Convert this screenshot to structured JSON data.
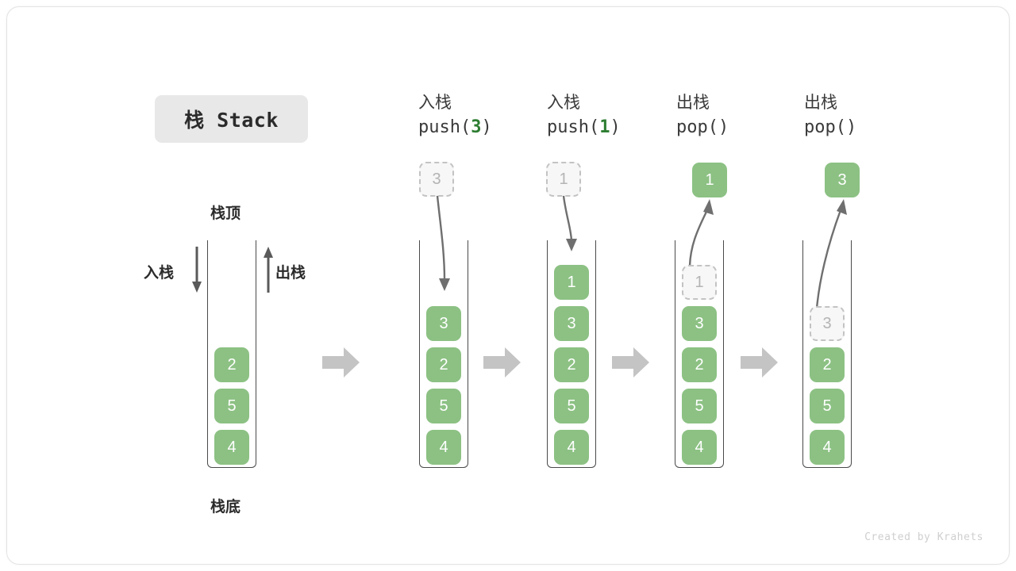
{
  "title": {
    "badge": "栈 Stack"
  },
  "labels": {
    "top": "栈顶",
    "bottom": "栈底",
    "push": "入栈",
    "pop": "出栈"
  },
  "footer": {
    "credit": "Created by Krahets"
  },
  "colors": {
    "element_green": "#8cc183",
    "arg_green": "#2e7d32",
    "ghost_fill": "#f7f7f7",
    "ghost_border": "#c3c3c3",
    "tube_border": "#4a4a4a",
    "badge_bg": "#e8e8e8",
    "transition_arrow": "#c4c4c4",
    "curve_arrow": "#6f6f6f"
  },
  "initial_stack": {
    "cells": [
      "4",
      "5",
      "2"
    ],
    "top_label": "栈顶",
    "bottom_label": "栈底"
  },
  "steps": [
    {
      "op_cn": "入栈",
      "op_code_prefix": "push(",
      "op_code_arg": "3",
      "op_code_suffix": ")",
      "direction": "push",
      "float_box": {
        "value": "3",
        "style": "ghost"
      },
      "cells": [
        "4",
        "5",
        "2",
        "3"
      ],
      "ghost_index": null
    },
    {
      "op_cn": "入栈",
      "op_code_prefix": "push(",
      "op_code_arg": "1",
      "op_code_suffix": ")",
      "direction": "push",
      "float_box": {
        "value": "1",
        "style": "ghost"
      },
      "cells": [
        "4",
        "5",
        "2",
        "3",
        "1"
      ],
      "ghost_index": null
    },
    {
      "op_cn": "出栈",
      "op_code_prefix": "pop(",
      "op_code_arg": "",
      "op_code_suffix": ")",
      "direction": "pop",
      "float_box": {
        "value": "1",
        "style": "solid"
      },
      "cells": [
        "4",
        "5",
        "2",
        "3",
        "1"
      ],
      "ghost_index": 4
    },
    {
      "op_cn": "出栈",
      "op_code_prefix": "pop(",
      "op_code_arg": "",
      "op_code_suffix": ")",
      "direction": "pop",
      "float_box": {
        "value": "3",
        "style": "solid"
      },
      "cells": [
        "4",
        "5",
        "2",
        "3"
      ],
      "ghost_index": 3
    }
  ]
}
